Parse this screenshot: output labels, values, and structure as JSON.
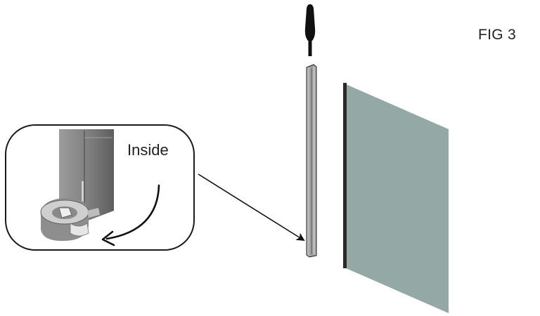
{
  "figure": {
    "label": "FIG 3",
    "detail_callout_label": "Inside"
  },
  "colors": {
    "glass_panel": "#94a9a5",
    "frame_profile": "#9a9a9a",
    "screwdriver": "#111111",
    "outline": "#1a1a1a",
    "detail_post": "#8a8a8a",
    "clip_fitting": "#b5b5b5"
  },
  "parts": {
    "screwdriver": "screwdriver-icon",
    "frame_profile": "wall-profile",
    "glass_panel": "glass-panel",
    "detail_bubble": "detail-callout",
    "fitting": "clip-fitting-icon"
  }
}
